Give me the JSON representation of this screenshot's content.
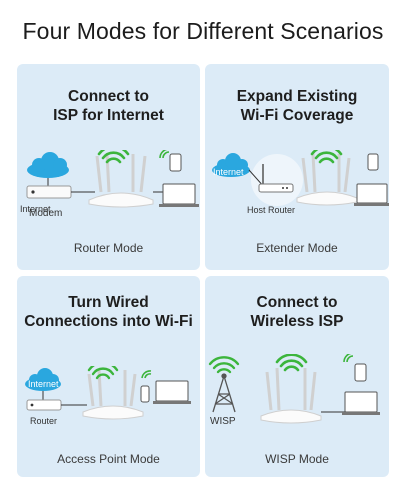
{
  "title": "Four Modes for Different Scenarios",
  "colors": {
    "panel": "#dcebf7",
    "cloud": "#2aa7df",
    "wifi": "#3cb53c"
  },
  "panels": [
    {
      "heading_line1": "Connect to",
      "heading_line2": "ISP for Internet",
      "mode": "Router Mode",
      "internet_label": "Internet",
      "device_label": "Modem"
    },
    {
      "heading_line1": "Expand Existing",
      "heading_line2": "Wi-Fi Coverage",
      "mode": "Extender Mode",
      "internet_label": "Internet",
      "device_label": "Host Router"
    },
    {
      "heading_line1": "Turn Wired",
      "heading_line2": "Connections into Wi-Fi",
      "mode": "Access Point Mode",
      "internet_label": "Internet",
      "device_label": "Router"
    },
    {
      "heading_line1": "Connect to",
      "heading_line2": "Wireless ISP",
      "mode": "WISP Mode",
      "device_label": "WISP"
    }
  ]
}
